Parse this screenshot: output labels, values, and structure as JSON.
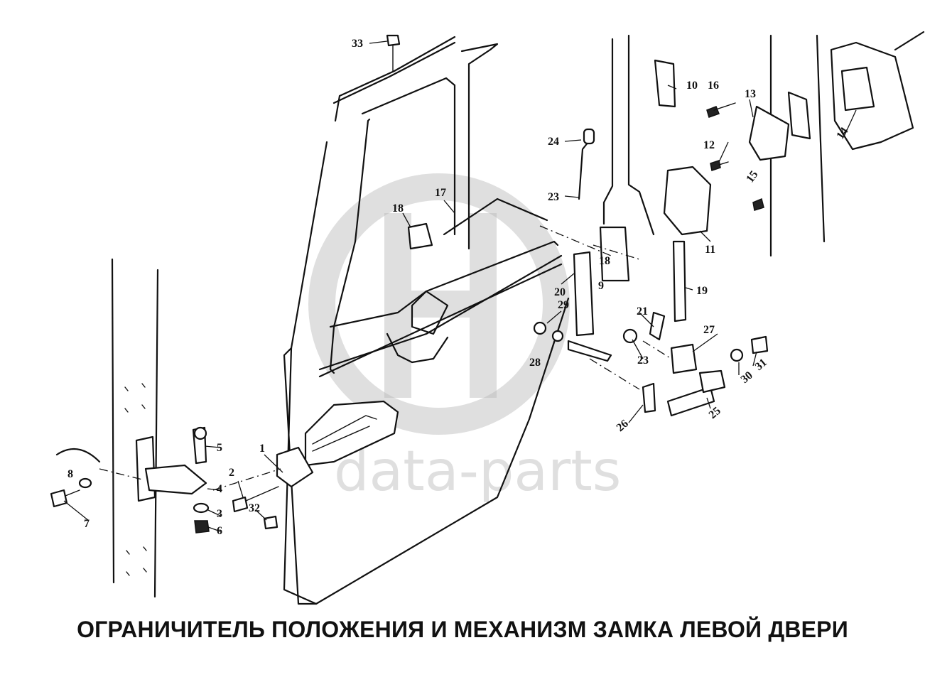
{
  "caption": "ОГРАНИЧИТЕЛЬ ПОЛОЖЕНИЯ И МЕХАНИЗМ ЗАМКА ЛЕВОЙ ДВЕРИ",
  "watermark": {
    "text": "data-parts",
    "color": "#b8b8b8"
  },
  "callouts": [
    "1",
    "2",
    "3",
    "4",
    "5",
    "6",
    "7",
    "8",
    "9",
    "10",
    "11",
    "12",
    "13",
    "14",
    "15",
    "16",
    "17",
    "18",
    "18",
    "19",
    "20",
    "21",
    "23",
    "23",
    "24",
    "25",
    "26",
    "27",
    "28",
    "29",
    "30",
    "31",
    "32",
    "33"
  ]
}
